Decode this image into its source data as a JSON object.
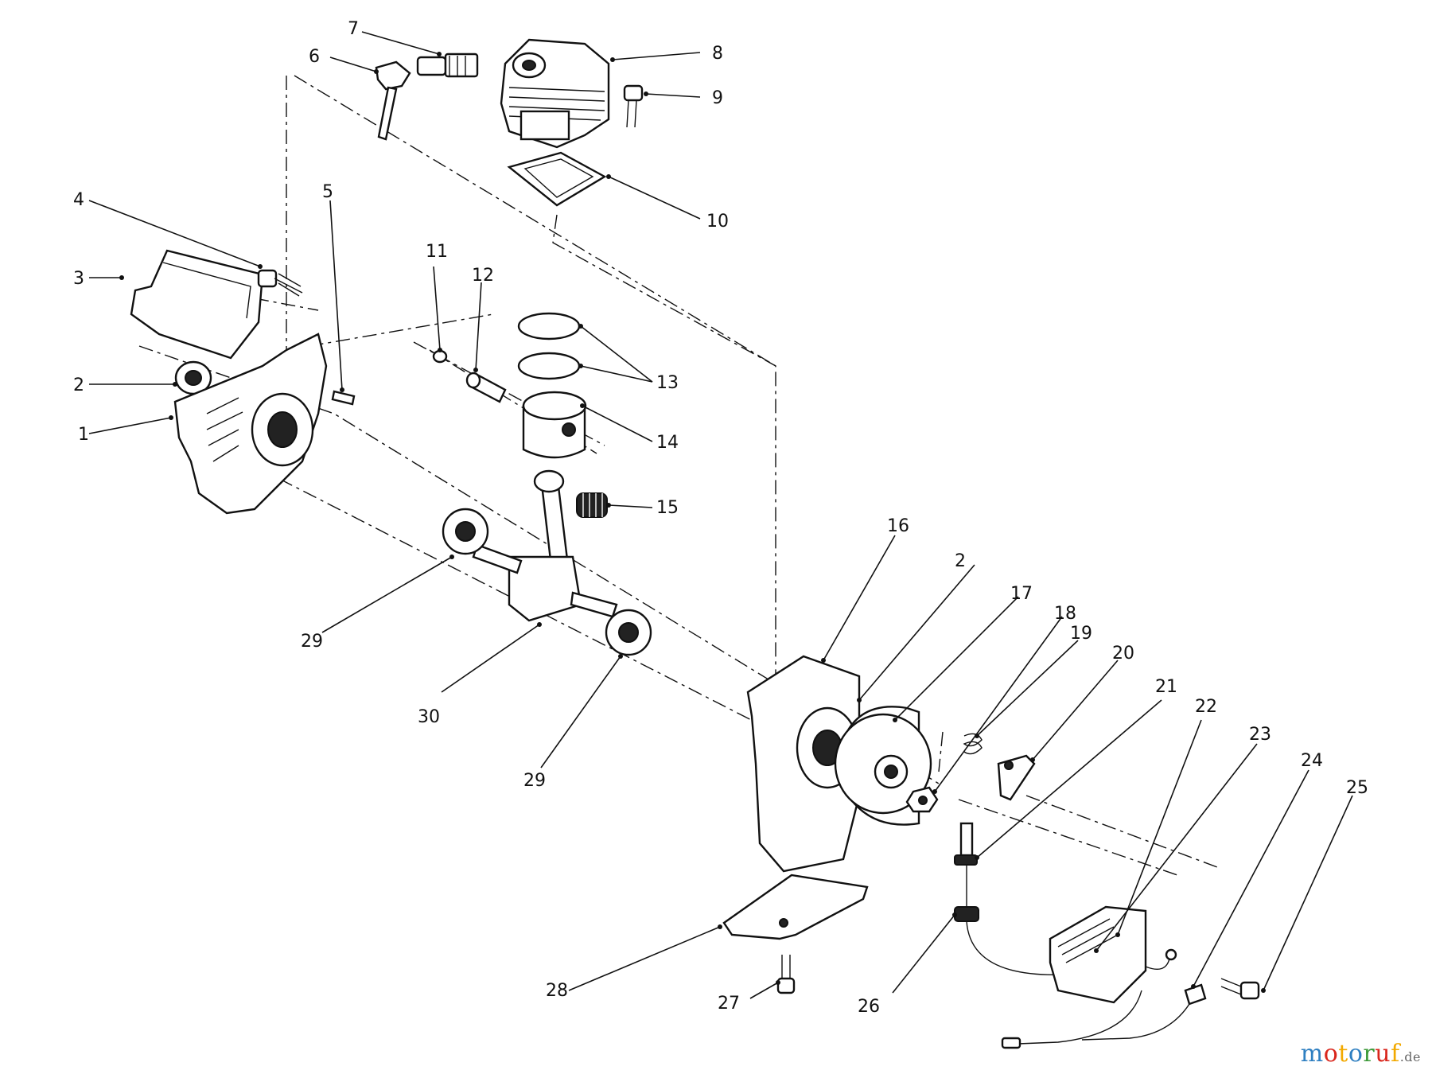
{
  "diagram": {
    "callouts": [
      {
        "id": "c1",
        "label": "1"
      },
      {
        "id": "c2",
        "label": "2"
      },
      {
        "id": "c2b",
        "label": "2"
      },
      {
        "id": "c3",
        "label": "3"
      },
      {
        "id": "c4",
        "label": "4"
      },
      {
        "id": "c5",
        "label": "5"
      },
      {
        "id": "c6",
        "label": "6"
      },
      {
        "id": "c7",
        "label": "7"
      },
      {
        "id": "c8",
        "label": "8"
      },
      {
        "id": "c9",
        "label": "9"
      },
      {
        "id": "c10",
        "label": "10"
      },
      {
        "id": "c11",
        "label": "11"
      },
      {
        "id": "c12",
        "label": "12"
      },
      {
        "id": "c13",
        "label": "13"
      },
      {
        "id": "c14",
        "label": "14"
      },
      {
        "id": "c15",
        "label": "15"
      },
      {
        "id": "c16",
        "label": "16"
      },
      {
        "id": "c17",
        "label": "17"
      },
      {
        "id": "c18",
        "label": "18"
      },
      {
        "id": "c19",
        "label": "19"
      },
      {
        "id": "c20",
        "label": "20"
      },
      {
        "id": "c21",
        "label": "21"
      },
      {
        "id": "c22",
        "label": "22"
      },
      {
        "id": "c23",
        "label": "23"
      },
      {
        "id": "c24",
        "label": "24"
      },
      {
        "id": "c25",
        "label": "25"
      },
      {
        "id": "c26",
        "label": "26"
      },
      {
        "id": "c27",
        "label": "27"
      },
      {
        "id": "c28",
        "label": "28"
      },
      {
        "id": "c29",
        "label": "29"
      },
      {
        "id": "c29b",
        "label": "29"
      },
      {
        "id": "c30",
        "label": "30"
      }
    ]
  },
  "watermark": {
    "letters": [
      "m",
      "o",
      "t",
      "o",
      "r",
      "u",
      "f"
    ],
    "letter_colors": [
      "#2e7fc1",
      "#d9261c",
      "#f2a900",
      "#2e7fc1",
      "#3d9a3a",
      "#d9261c",
      "#f2a900"
    ],
    "suffix": ".de"
  }
}
